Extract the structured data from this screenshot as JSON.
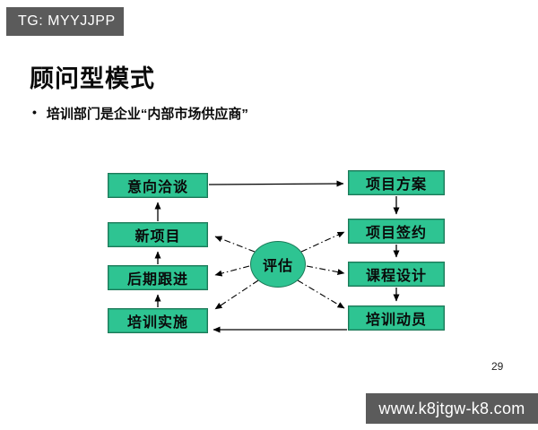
{
  "badge": {
    "label": "TG: MYYJJPP"
  },
  "slide": {
    "title": "顾问型模式",
    "bullet": "培训部门是企业“内部市场供应商”",
    "page_number": "29"
  },
  "footer": {
    "url": "www.k8jtgw-k8.com"
  },
  "diagram": {
    "center_label": "评估",
    "left_boxes": [
      "意向洽谈",
      "新项目",
      "后期跟进",
      "培训实施"
    ],
    "right_boxes": [
      "项目方案",
      "项目签约",
      "课程设计",
      "培训动员"
    ],
    "edges_solid": [
      {
        "from": "意向洽谈",
        "to": "项目方案"
      },
      {
        "from": "项目方案",
        "to": "项目签约"
      },
      {
        "from": "项目签约",
        "to": "课程设计"
      },
      {
        "from": "课程设计",
        "to": "培训动员"
      },
      {
        "from": "培训动员",
        "to": "培训实施"
      },
      {
        "from": "培训实施",
        "to": "后期跟进"
      },
      {
        "from": "后期跟进",
        "to": "新项目"
      },
      {
        "from": "新项目",
        "to": "意向洽谈"
      }
    ],
    "edges_dashed": [
      {
        "from": "评估",
        "to": "新项目"
      },
      {
        "from": "评估",
        "to": "后期跟进"
      },
      {
        "from": "评估",
        "to": "培训实施"
      },
      {
        "from": "评估",
        "to": "项目签约"
      },
      {
        "from": "评估",
        "to": "课程设计"
      },
      {
        "from": "评估",
        "to": "培训动员"
      }
    ]
  },
  "colors": {
    "box_fill": "#2ec492",
    "box_border": "#1c7a58",
    "bar_bg": "#5b5b5b",
    "text": "#0a0a0a"
  }
}
